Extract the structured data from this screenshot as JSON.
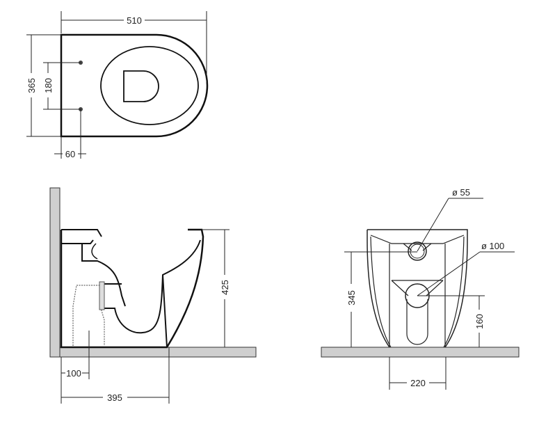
{
  "top_view": {
    "width_dim": "510",
    "depth_dim": "365",
    "hole_spacing_dim": "180",
    "hole_offset_dim": "60"
  },
  "side_view": {
    "height_dim": "425",
    "outlet_dim": "100",
    "projection_dim": "395"
  },
  "front_view": {
    "inlet_dia": "ø 55",
    "outlet_dia": "ø 100",
    "inlet_height_dim": "345",
    "outlet_height_dim": "160",
    "base_width_dim": "220"
  }
}
